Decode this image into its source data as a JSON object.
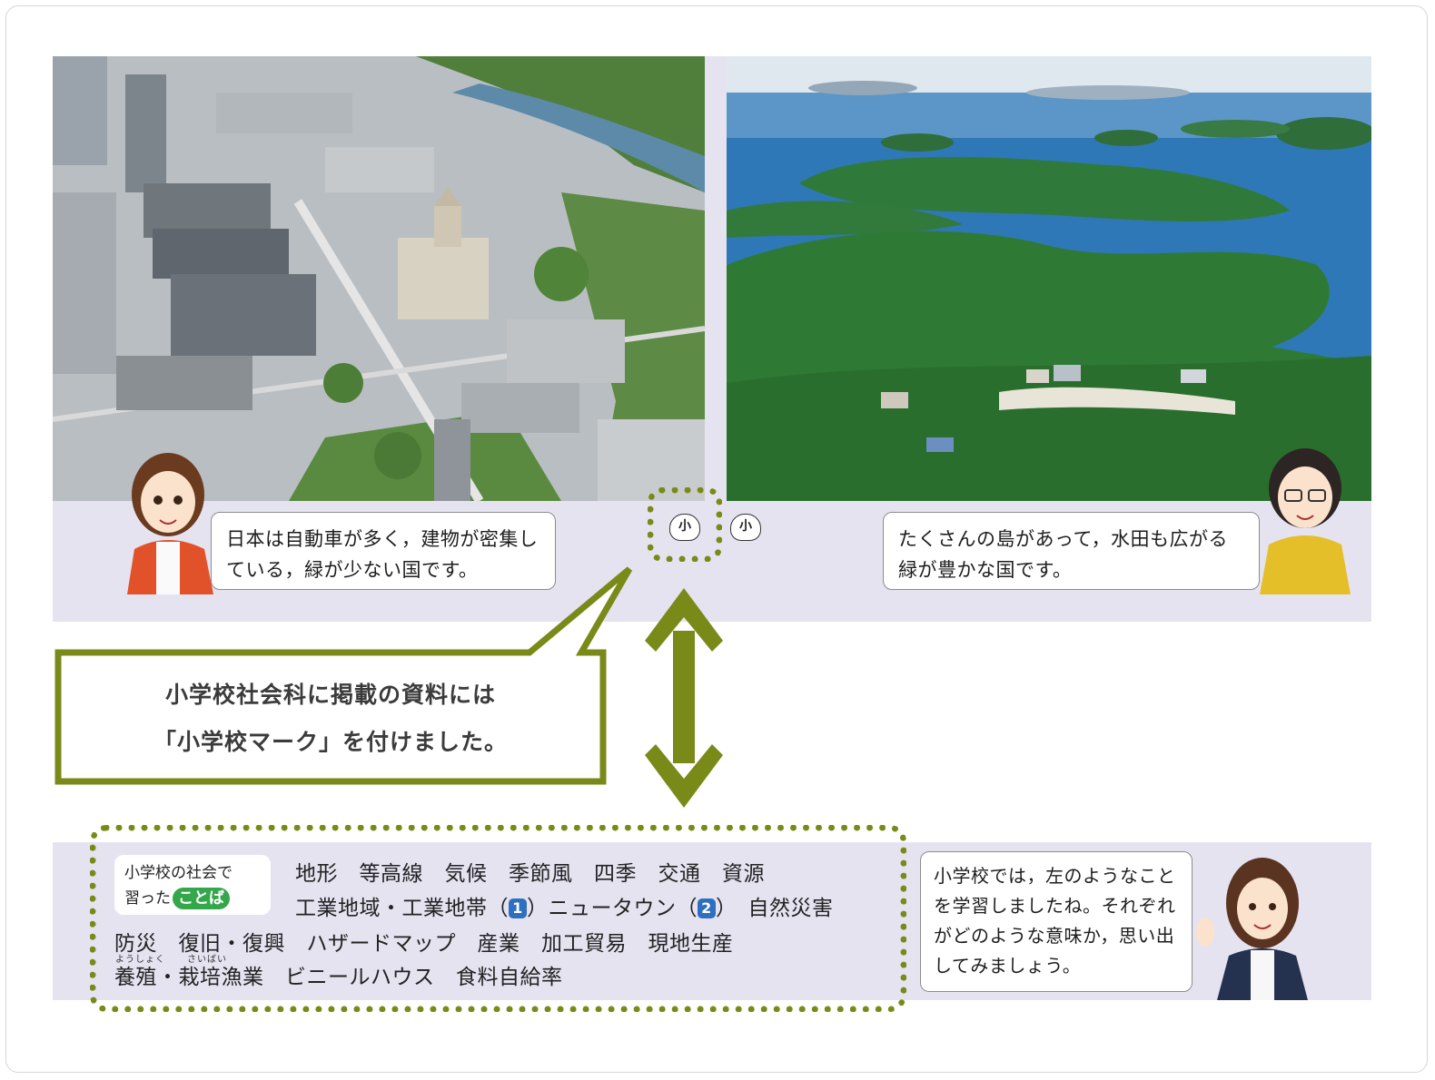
{
  "photos": {
    "left_caption": "日本は自動車が多く，建物が密集している，緑が少ない国です。",
    "right_caption": "たくさんの島があって，水田も広がる緑が豊かな国です。",
    "left_alt": "city-aerial-photo",
    "right_alt": "islands-aerial-photo"
  },
  "marks": {
    "highlighted": "小",
    "plain": "小"
  },
  "callout": {
    "line1": "小学校社会科に掲載の資料には",
    "line2": "「小学校マーク」を付けました。"
  },
  "words": {
    "label_line1": "小学校の社会で",
    "label_line2": "習った",
    "label_kotoba": "ことば",
    "line1": "地形　等高線　気候　季節風　四季　交通　資源",
    "line2_a": "工業地域・工業地帯（",
    "line2_num1": "1",
    "line2_b": "）ニュータウン（",
    "line2_num2": "2",
    "line2_c": "）　自然災害",
    "line3": "防災　復旧・復興　ハザードマップ　産業　加工貿易　現地生産",
    "line4": "養殖・栽培漁業　ビニールハウス　食料自給率",
    "ruby_yoshoku": "ようしょく",
    "ruby_saibai": "さいばい"
  },
  "teacher": {
    "text": "小学校では，左のようなことを学習しましたね。それぞれがどのような意味か，思い出してみましょう。"
  },
  "colors": {
    "accent_green": "#7a8a19",
    "panel_lavender": "#e6e3f1",
    "kotoba_green": "#33a74a",
    "number_blue": "#2f6fbf"
  }
}
